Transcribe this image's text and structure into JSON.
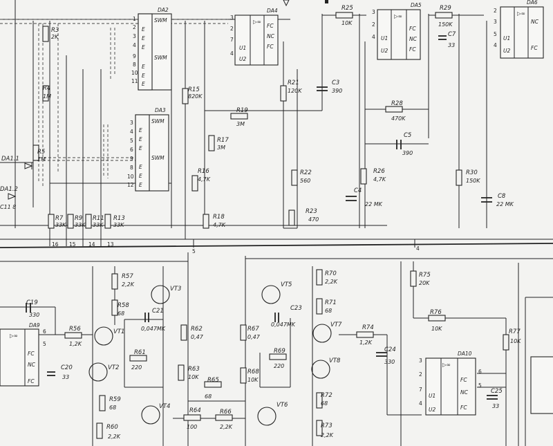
{
  "chips": [
    {
      "name": "DA2",
      "rows": [
        "SWM",
        "E",
        "E",
        "E",
        "SWM",
        "E",
        "E",
        "E"
      ],
      "pins_left": [
        "1",
        "2",
        "3",
        "4",
        "9",
        "8",
        "10",
        "11"
      ]
    },
    {
      "name": "DA3",
      "rows": [
        "SWM",
        "E",
        "E",
        "E",
        "SWM",
        "E",
        "E",
        "E"
      ],
      "pins_left": [
        "3",
        "4",
        "5",
        "6",
        "9",
        "8",
        "10",
        "12"
      ]
    },
    {
      "name": "DA4",
      "rows": [
        "FC",
        "NC",
        "FC"
      ],
      "inputs": [
        "U1",
        "U2"
      ],
      "pins_left": [
        "3",
        "2",
        "7",
        "4"
      ]
    },
    {
      "name": "DA5",
      "rows": [
        "FC",
        "NC",
        "FC"
      ],
      "inputs": [
        "U1",
        "U2"
      ],
      "pins_left": [
        "3",
        "2",
        "4"
      ]
    },
    {
      "name": "DA6",
      "rows": [
        "NC",
        "FC"
      ],
      "inputs": [
        "U1",
        "U2"
      ],
      "pins_left": [
        "2",
        "3",
        "5",
        "4"
      ]
    },
    {
      "name": "DA9",
      "rows": [
        "FC",
        "NC",
        "FC"
      ],
      "pins_right": [
        "6",
        "5"
      ]
    },
    {
      "name": "DA10",
      "rows": [
        "FC",
        "NC",
        "FC"
      ],
      "inputs": [
        "U1",
        "U2"
      ],
      "pins_left": [
        "3",
        "2",
        "7",
        "4"
      ],
      "pins_right": [
        "6",
        "5"
      ]
    }
  ],
  "diodes": [
    "DA1.1",
    "DA1.2"
  ],
  "resistors_top": [
    {
      "ref": "R3",
      "val": "2K"
    },
    {
      "ref": "R4",
      "val": "1M"
    },
    {
      "ref": "R5",
      "val": "1M"
    },
    {
      "ref": "R7",
      "val": "33K"
    },
    {
      "ref": "R9",
      "val": "33K"
    },
    {
      "ref": "R11",
      "val": "33K"
    },
    {
      "ref": "R13",
      "val": "33K"
    },
    {
      "ref": "R15",
      "val": "820K"
    },
    {
      "ref": "R16",
      "val": "4,7K"
    },
    {
      "ref": "R17",
      "val": "3M"
    },
    {
      "ref": "R18",
      "val": "4,7K"
    },
    {
      "ref": "R19",
      "val": "3M"
    },
    {
      "ref": "R21",
      "val": "120K"
    },
    {
      "ref": "R22",
      "val": "560"
    },
    {
      "ref": "R23",
      "val": "470"
    },
    {
      "ref": "R25",
      "val": "10K"
    },
    {
      "ref": "R26",
      "val": "4,7K"
    },
    {
      "ref": "R28",
      "val": "470K"
    },
    {
      "ref": "R29",
      "val": "150K"
    },
    {
      "ref": "R30",
      "val": "150K"
    }
  ],
  "capacitors_top": [
    {
      "ref": "C3",
      "val": "390"
    },
    {
      "ref": "C4",
      "val": "22 MK"
    },
    {
      "ref": "C5",
      "val": "390"
    },
    {
      "ref": "C7",
      "val": "33"
    },
    {
      "ref": "C8",
      "val": "22 MK"
    }
  ],
  "bus_numbers": [
    "16",
    "15",
    "14",
    "13",
    "5",
    "4"
  ],
  "label_c11": "C11 8",
  "resistors_bottom": [
    {
      "ref": "R57",
      "val": "2,2K"
    },
    {
      "ref": "R58",
      "val": "68"
    },
    {
      "ref": "R56",
      "val": "1,2K"
    },
    {
      "ref": "R61",
      "val": "220"
    },
    {
      "ref": "R59",
      "val": "68"
    },
    {
      "ref": "R60",
      "val": "2,2K"
    },
    {
      "ref": "R62",
      "val": "0,47"
    },
    {
      "ref": "R63",
      "val": "10K"
    },
    {
      "ref": "R65",
      "val": "68"
    },
    {
      "ref": "R64",
      "val": "100"
    },
    {
      "ref": "R66",
      "val": "2,2K"
    },
    {
      "ref": "R67",
      "val": "0,47"
    },
    {
      "ref": "R68",
      "val": "10K"
    },
    {
      "ref": "R69",
      "val": "220"
    },
    {
      "ref": "R70",
      "val": "2,2K"
    },
    {
      "ref": "R71",
      "val": "68"
    },
    {
      "ref": "R72",
      "val": "68"
    },
    {
      "ref": "R73",
      "val": "2,2K"
    },
    {
      "ref": "R74",
      "val": "1,2K"
    },
    {
      "ref": "R75",
      "val": "20K"
    },
    {
      "ref": "R76",
      "val": "10K"
    },
    {
      "ref": "R77",
      "val": "10K"
    }
  ],
  "capacitors_bottom": [
    {
      "ref": "C19",
      "val": "330"
    },
    {
      "ref": "C20",
      "val": "33"
    },
    {
      "ref": "C21",
      "val": "0,047MK"
    },
    {
      "ref": "C23",
      "val": "0,047MK"
    },
    {
      "ref": "C24",
      "val": "330"
    },
    {
      "ref": "C25",
      "val": "33"
    }
  ],
  "transistors": [
    "VT1",
    "VT2",
    "VT3",
    "VT4",
    "VT5",
    "VT6",
    "VT7",
    "VT8"
  ]
}
